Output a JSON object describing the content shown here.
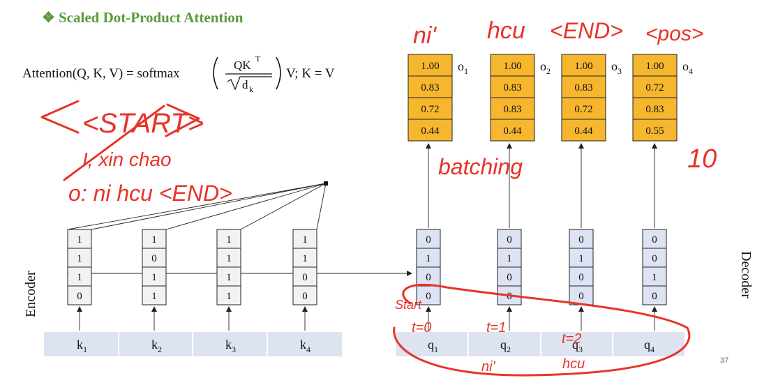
{
  "slide": {
    "title": "Scaled Dot-Product Attention",
    "title_bullet": "❖",
    "title_color": "#5b9a3c",
    "page_number": "37"
  },
  "formula": {
    "lhs": "Attention(Q, K, V) = softmax",
    "numerator": "QK",
    "numerator_sup": "T",
    "denominator": "d",
    "denominator_sub": "k",
    "tail": "V;  K = V"
  },
  "labels": {
    "encoder": "Encoder",
    "decoder": "Decoder"
  },
  "colors": {
    "encoder_cell": "#f2f2f2",
    "decoder_cell": "#dde3f3",
    "output_cell": "#f6b62e",
    "band": "#dde3f1",
    "ink": "#e8332a"
  },
  "encoder_columns": [
    {
      "values": [
        "1",
        "1",
        "1",
        "0"
      ],
      "key": "k",
      "sub": "1"
    },
    {
      "values": [
        "1",
        "0",
        "1",
        "1"
      ],
      "key": "k",
      "sub": "2"
    },
    {
      "values": [
        "1",
        "1",
        "1",
        "1"
      ],
      "key": "k",
      "sub": "3"
    },
    {
      "values": [
        "1",
        "1",
        "0",
        "0"
      ],
      "key": "k",
      "sub": "4"
    }
  ],
  "decoder_columns": [
    {
      "values": [
        "0",
        "1",
        "0",
        "0"
      ],
      "key": "q",
      "sub": "1",
      "out": [
        "1.00",
        "0.83",
        "0.72",
        "0.44"
      ],
      "out_label": "o",
      "out_sub": "1"
    },
    {
      "values": [
        "0",
        "1",
        "0",
        "0"
      ],
      "key": "q",
      "sub": "2",
      "out": [
        "1.00",
        "0.83",
        "0.83",
        "0.44"
      ],
      "out_label": "o",
      "out_sub": "2"
    },
    {
      "values": [
        "0",
        "1",
        "0",
        "0"
      ],
      "key": "q",
      "sub": "3",
      "out": [
        "1.00",
        "0.83",
        "0.72",
        "0.44"
      ],
      "out_label": "o",
      "out_sub": "3"
    },
    {
      "values": [
        "0",
        "0",
        "1",
        "0"
      ],
      "key": "q",
      "sub": "4",
      "out": [
        "1.00",
        "0.72",
        "0.83",
        "0.55"
      ],
      "out_label": "o",
      "out_sub": "4"
    }
  ],
  "handwriting": {
    "top_words": [
      "ni'",
      "hcu",
      "<END>",
      "<pos>"
    ],
    "start_token": "<START>",
    "line_i": "I, xin chao",
    "line_o": "o: ni hcu <END>",
    "batching": "batching",
    "ten": "10",
    "start_under": "Start",
    "t0": "t=0",
    "t1": "t=1",
    "t2": "t=2",
    "ni_under": "ni'",
    "hcu_under": "hcu"
  }
}
